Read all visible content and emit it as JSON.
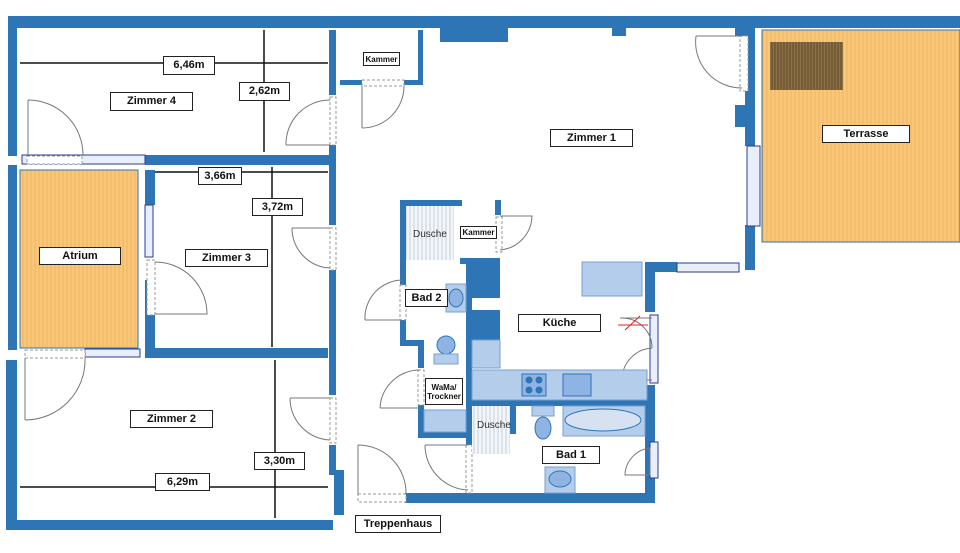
{
  "colors": {
    "wall": "#2e75b6",
    "outdoor_floor": "#f9c77a",
    "fixture": "#8fb4e3"
  },
  "rooms": {
    "zimmer4": "Zimmer 4",
    "zimmer3": "Zimmer 3",
    "zimmer2": "Zimmer 2",
    "zimmer1": "Zimmer 1",
    "atrium": "Atrium",
    "terrasse": "Terrasse",
    "kammer_top": "Kammer",
    "kammer_bath": "Kammer",
    "dusche_bad2": "Dusche",
    "bad2": "Bad 2",
    "kueche": "Küche",
    "wama": "WaMa/ Trockner",
    "dusche_bad1": "Dusche",
    "bad1": "Bad 1",
    "treppenhaus": "Treppenhaus"
  },
  "dimensions": {
    "zimmer4_width": "6,46m",
    "zimmer4_depth": "2,62m",
    "zimmer3_width": "3,66m",
    "zimmer3_depth": "3,72m",
    "zimmer2_depth": "3,30m",
    "zimmer2_width": "6,29m"
  }
}
